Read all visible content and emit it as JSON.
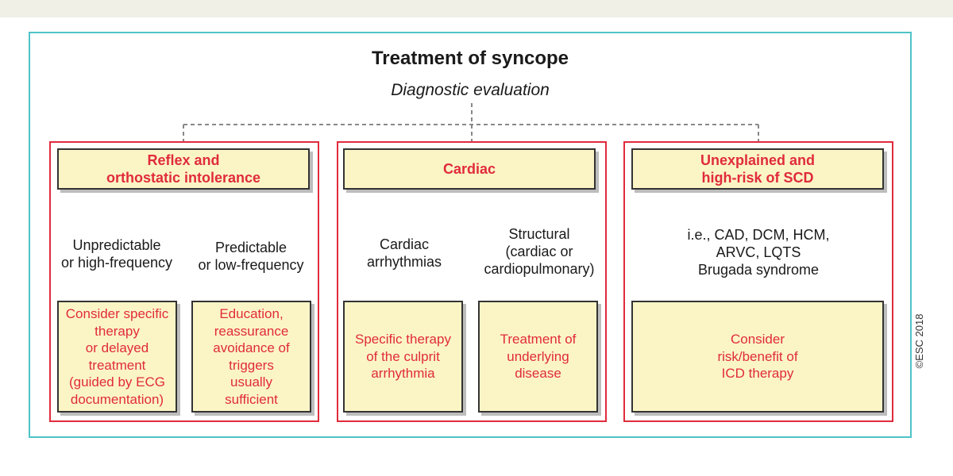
{
  "title": "Treatment of syncope",
  "subtitle": "Diagnostic evaluation",
  "copyright": "©ESC 2018",
  "colors": {
    "accent": "#e02b3c",
    "frame": "#4fc3c7",
    "box_fill": "#fbf5c6"
  },
  "panels": [
    {
      "header": "Reflex and\northostatic intolerance",
      "branches": [
        {
          "label": "Unpredictable\nor high-frequency",
          "result": "Consider specific\ntherapy\nor delayed\ntreatment\n(guided by ECG\ndocumentation)"
        },
        {
          "label": "Predictable\nor low-frequency",
          "result": "Education,\nreassurance\navoidance of\ntriggers\nusually\nsufficient"
        }
      ]
    },
    {
      "header": "Cardiac",
      "branches": [
        {
          "label": "Cardiac\narrhythmias",
          "result": "Specific therapy\nof the culprit\narrhythmia"
        },
        {
          "label": "Structural\n(cardiac or\ncardiopulmonary)",
          "result": "Treatment of\nunderlying\ndisease"
        }
      ]
    },
    {
      "header": "Unexplained and\nhigh-risk of SCD",
      "branches": [
        {
          "label": "i.e., CAD, DCM, HCM,\nARVC, LQTS\nBrugada syndrome",
          "result": "Consider\nrisk/benefit of\nICD therapy"
        }
      ]
    }
  ]
}
